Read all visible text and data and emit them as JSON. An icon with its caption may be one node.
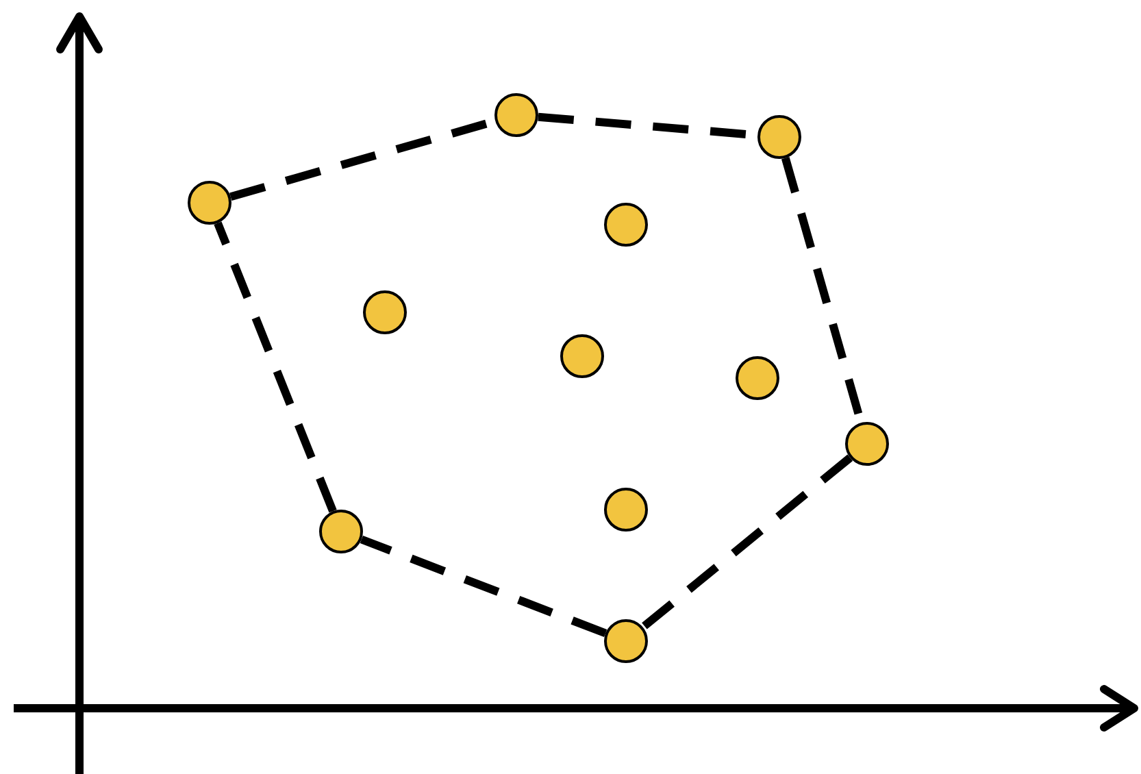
{
  "diagram": {
    "nodes": [
      {
        "text": [],
        "shape": "circle"
      },
      {
        "text": [],
        "shape": "circle"
      },
      {
        "text": [],
        "shape": "circle"
      },
      {
        "text": [],
        "shape": "circle"
      },
      {
        "text": [],
        "shape": "circle"
      },
      {
        "text": [],
        "shape": "circle"
      },
      {
        "text": [],
        "shape": "circle"
      },
      {
        "text": [],
        "shape": "circle"
      },
      {
        "text": [],
        "shape": "circle"
      },
      {
        "text": [],
        "shape": "circle"
      },
      {
        "text": [],
        "shape": "circle"
      }
    ],
    "edges": [
      {
        "from": 0,
        "to": 3,
        "arrow": "none",
        "style": "dashed"
      },
      {
        "from": 3,
        "to": 9,
        "arrow": "none",
        "style": "dashed"
      },
      {
        "from": 9,
        "to": 10,
        "arrow": "none",
        "style": "dashed"
      },
      {
        "from": 10,
        "to": 7,
        "arrow": "none",
        "style": "dashed"
      },
      {
        "from": 7,
        "to": 1,
        "arrow": "none",
        "style": "dashed"
      },
      {
        "from": 1,
        "to": 0,
        "arrow": "none",
        "style": "dashed"
      }
    ]
  }
}
